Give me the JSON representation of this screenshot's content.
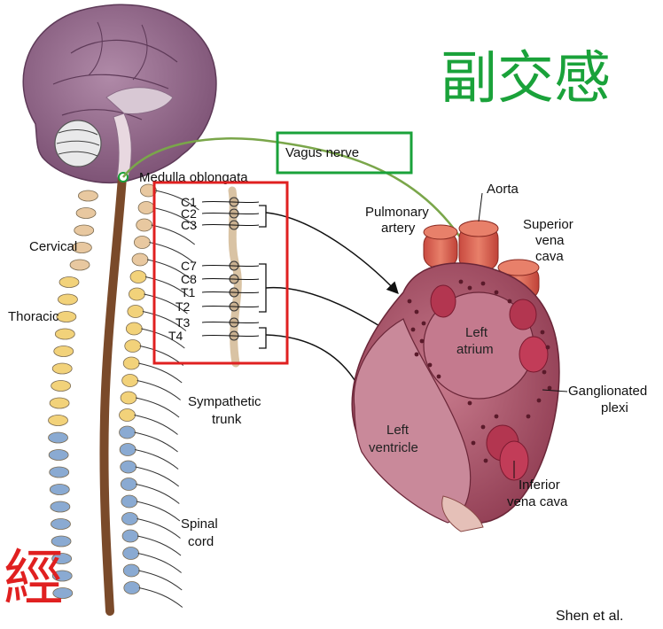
{
  "title_fragment_green": "副交感",
  "title_fragment_red": "經",
  "labels": {
    "vagus_nerve": "Vagus nerve",
    "medulla": "Medulla oblongata",
    "aorta": "Aorta",
    "pulmonary": "Pulmonary",
    "artery": "artery",
    "superior": "Superior",
    "vena": "vena",
    "cava": "cava",
    "cervical": "Cervical",
    "thoracic": "Thoracic",
    "sympathetic": "Sympathetic",
    "trunk": "trunk",
    "spinal": "Spinal",
    "cord": "cord",
    "left_atrium_1": "Left",
    "left_atrium_2": "atrium",
    "left_ventricle_1": "Left",
    "left_ventricle_2": "ventricle",
    "ganglionated": "Ganglionated",
    "plexi": "plexi",
    "inferior": "Inferior",
    "vena_cava": "vena cava"
  },
  "segments": [
    "C1",
    "C2",
    "C3",
    "C7",
    "C8",
    "T1",
    "T2",
    "T3",
    "T4"
  ],
  "credit": "Shen et al.",
  "colors": {
    "highlight_green": "#1aa23a",
    "highlight_red": "#e02020",
    "brain": "#8a5e80",
    "heart": "#b2506a",
    "cervical_vertebra": "#e8c8a0",
    "thoracic_vertebra": "#f2d27a",
    "lumbar_vertebra": "#8aaad2"
  }
}
